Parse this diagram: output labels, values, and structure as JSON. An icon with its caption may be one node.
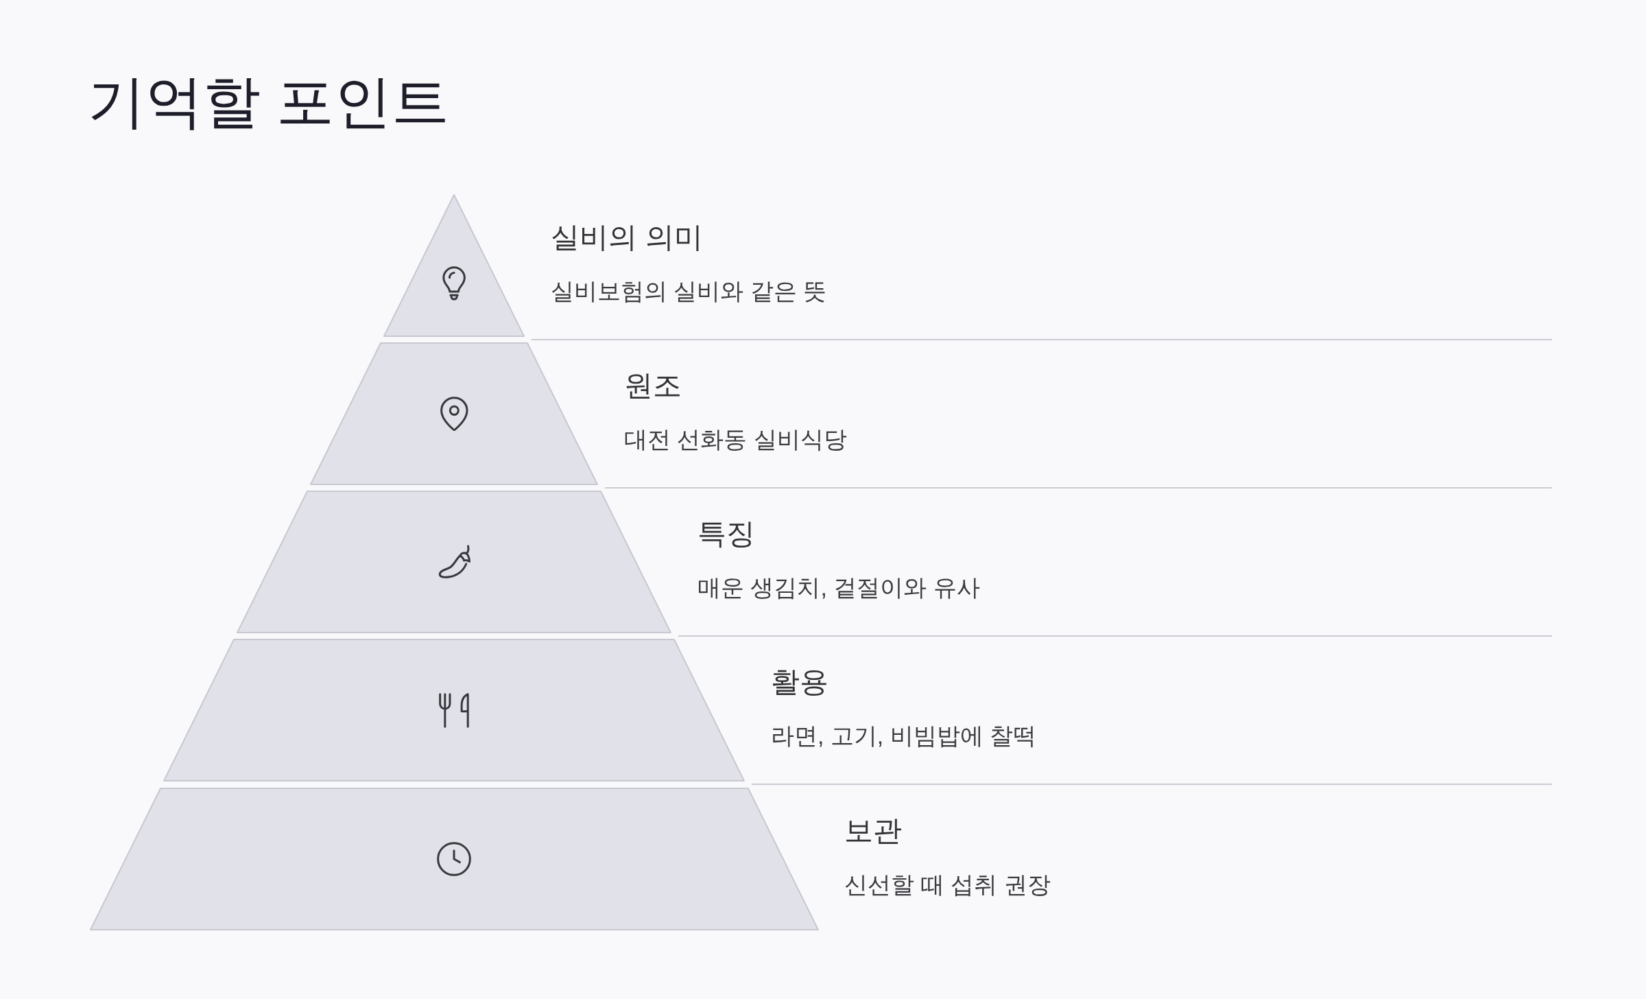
{
  "diagram": {
    "title": "기억할 포인트",
    "nodes": [
      {
        "text": [],
        "shape": "triangle",
        "beside": [
          "실비의 의미",
          "실비보험의 실비와 같은 뜻"
        ]
      },
      {
        "text": [],
        "shape": "trapezoid",
        "beside": [
          "원조",
          "대전 선화동 실비식당"
        ]
      },
      {
        "text": [],
        "shape": "trapezoid",
        "beside": [
          "특징",
          "매운 생김치, 겉절이와 유사"
        ]
      },
      {
        "text": [],
        "shape": "trapezoid",
        "beside": [
          "활용",
          "라면, 고기, 비빔밥에 찰떡"
        ]
      },
      {
        "text": [],
        "shape": "trapezoid",
        "beside": [
          "보관",
          "신선할 때 섭취 권장"
        ]
      }
    ]
  }
}
